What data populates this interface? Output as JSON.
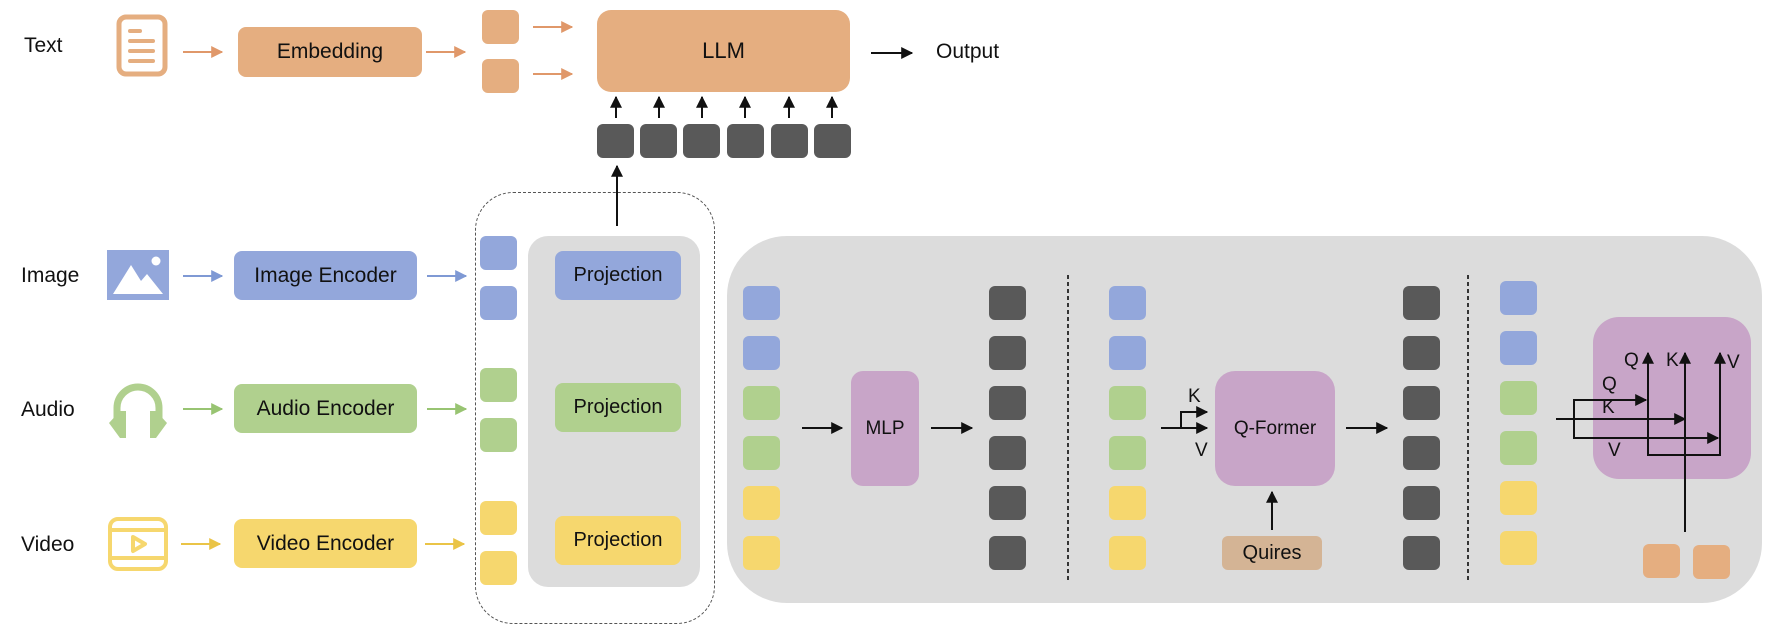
{
  "colors": {
    "text": "#e5ae80",
    "image": "#93a7db",
    "audio": "#b0d08e",
    "video": "#f6d76e",
    "token_dark": "#595959",
    "module_purple": "#c8a5c8",
    "queries_tan": "#d4b495",
    "panel_gray": "#dcdcdc"
  },
  "rows": {
    "text": {
      "label": "Text",
      "icon": "document-icon",
      "module": "Embedding"
    },
    "image": {
      "label": "Image",
      "icon": "image-icon",
      "module": "Image Encoder"
    },
    "audio": {
      "label": "Audio",
      "icon": "headphones-icon",
      "module": "Audio Encoder"
    },
    "video": {
      "label": "Video",
      "icon": "video-play-icon",
      "module": "Video Encoder"
    }
  },
  "llm": {
    "label": "LLM",
    "output_label": "Output",
    "input_token_count": 6
  },
  "projection": {
    "labels": [
      "Projection",
      "Projection",
      "Projection"
    ]
  },
  "variants": {
    "mlp": {
      "label": "MLP",
      "output_token_count": 6
    },
    "qformer": {
      "label": "Q-Former",
      "k_label": "K",
      "v_label": "V",
      "queries_label": "Quires",
      "output_token_count": 6
    },
    "cross_attention": {
      "q_top": "Q",
      "k_top": "K",
      "v_top": "V",
      "q_side": "Q",
      "k_side": "K",
      "v_side": "V",
      "text_token_count": 2
    }
  }
}
